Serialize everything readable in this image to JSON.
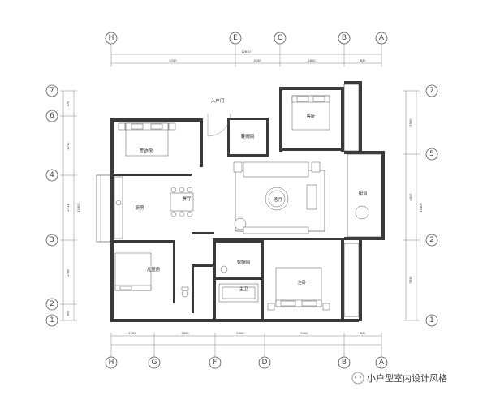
{
  "grid_top": [
    "H",
    "E",
    "C",
    "B",
    "A"
  ],
  "grid_bottom": [
    "H",
    "G",
    "F",
    "D",
    "B",
    "A"
  ],
  "grid_left": [
    "7",
    "6",
    "4",
    "3",
    "2",
    "1"
  ],
  "grid_right": [
    "7",
    "5",
    "2",
    "1"
  ],
  "dims_top": [
    "5700",
    "3100",
    "2800",
    "830"
  ],
  "dims_top_total": "12670",
  "dims_bottom": [
    "2700",
    "2800",
    "2000",
    "5300",
    "830"
  ],
  "dims_left": [
    "570",
    "2710",
    "2715",
    "2780",
    "600"
  ],
  "dims_left_total": "10400",
  "dims_right": [
    "2590",
    "4000",
    "3830"
  ],
  "dims_right_total": "10400",
  "rooms": {
    "entry": "入户门",
    "shoe": "鞋帽间",
    "master2": "客卧",
    "elder": "荒迹房",
    "dining": "餐厅",
    "living": "客厅",
    "kitchen": "厨房",
    "balcony": "阳台",
    "child": "儿童房",
    "cloak": "衣帽间",
    "master": "主卧",
    "bath": "主卫"
  },
  "watermark": "小户型室内设计风格"
}
